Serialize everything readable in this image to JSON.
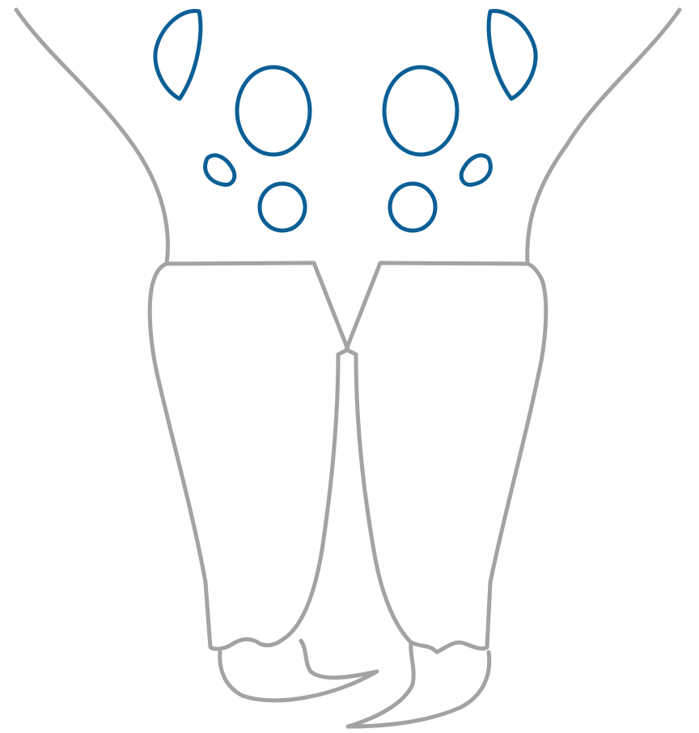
{
  "diagram": {
    "subject": "head-and-chelicerae-outline",
    "colors": {
      "outline": "#a3a3a3",
      "eyes": "#0b5f96",
      "background": "#ffffff"
    },
    "parts": {
      "head_outline": "carapace-outline",
      "chelicerae": [
        "chelicera-left",
        "chelicera-right"
      ],
      "fangs": [
        "fang-left",
        "fang-right"
      ],
      "eyes": [
        "eye-posterior-lateral-left",
        "eye-posterior-median-left",
        "eye-anterior-lateral-left",
        "eye-anterior-median-left",
        "eye-anterior-median-right",
        "eye-anterior-lateral-right",
        "eye-posterior-median-right",
        "eye-posterior-lateral-right"
      ]
    }
  }
}
